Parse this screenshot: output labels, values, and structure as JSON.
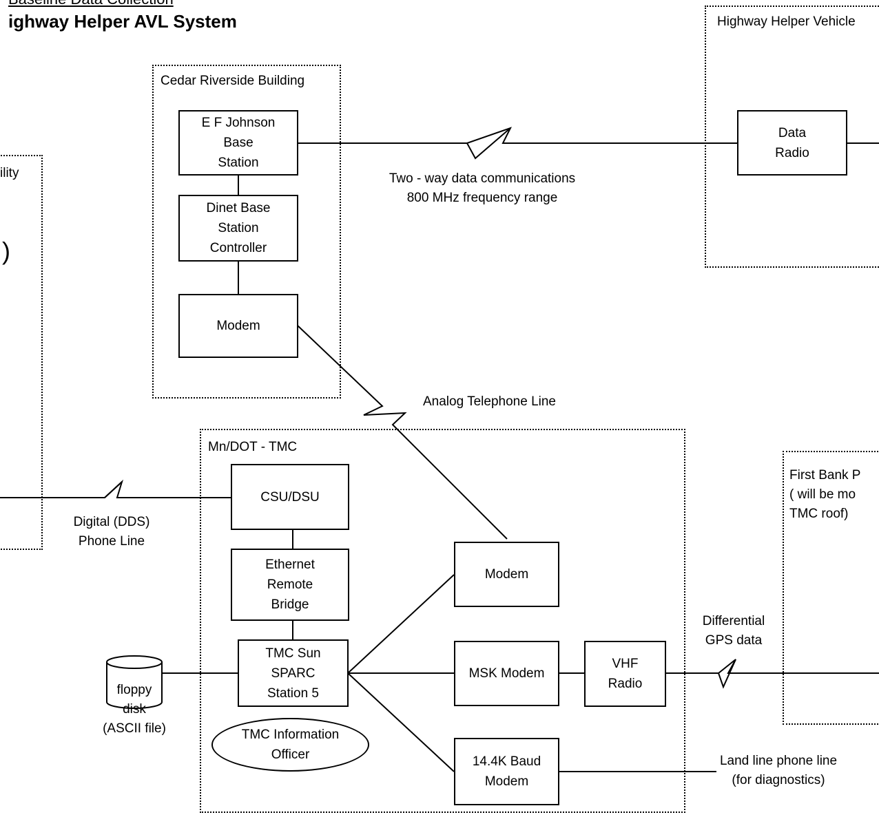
{
  "header": {
    "title_line1": "Baseline Data Collection",
    "title_line2": "ighway Helper AVL System"
  },
  "regions": {
    "cedar": "Cedar Riverside Building",
    "vehicle": "Highway Helper Vehicle",
    "left_partial": "ility",
    "tmc": "Mn/DOT - TMC",
    "first_bank": "First Bank P\n( will be  mo\n TMC roof)"
  },
  "nodes": {
    "ef_johnson": "E F Johnson\nBase\nStation",
    "dinet": "Dinet Base\nStation\nController",
    "cedar_modem": "Modem",
    "data_radio": "Data\nRadio",
    "csu_dsu": "CSU/DSU",
    "ethernet": "Ethernet\nRemote\nBridge",
    "sun": "TMC Sun\nSPARC\nStation 5",
    "tmc_modem": "Modem",
    "msk": "MSK Modem",
    "vhf": "VHF\nRadio",
    "baud": "14.4K Baud\nModem",
    "officer": "TMC Information\nOfficer",
    "floppy_label": "floppy\ndisk\n(ASCII file)",
    "left_partial_glyph": ")"
  },
  "links": {
    "two_way": "Two - way data communications\n800 MHz frequency range",
    "analog": "Analog Telephone Line",
    "digital": "Digital (DDS)\nPhone Line",
    "differential": "Differential\nGPS data",
    "land_line": "Land line phone line\n(for diagnostics)"
  }
}
